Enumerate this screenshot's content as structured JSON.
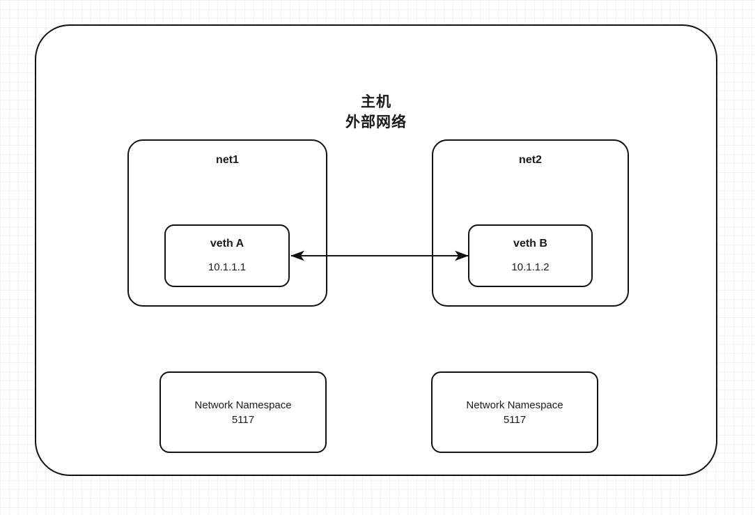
{
  "diagram": {
    "type": "network-namespace-veth-pair",
    "host": {
      "title_line1": "主机",
      "title_line2": "外部网络"
    },
    "networks": [
      {
        "label": "net1",
        "veth": {
          "name": "veth A",
          "ip": "10.1.1.1"
        },
        "namespace": {
          "line1": "Network Namespace",
          "line2": "5117"
        }
      },
      {
        "label": "net2",
        "veth": {
          "name": "veth B",
          "ip": "10.1.1.2"
        },
        "namespace": {
          "line1": "Network Namespace",
          "line2": "5117"
        }
      }
    ],
    "connection": {
      "kind": "double-headed-arrow",
      "from": "veth A",
      "to": "veth B"
    },
    "colors": {
      "stroke": "#111111",
      "background": "#ffffff",
      "grid_minor": "#f2f2f2",
      "grid_major": "#dcdcdc"
    }
  }
}
